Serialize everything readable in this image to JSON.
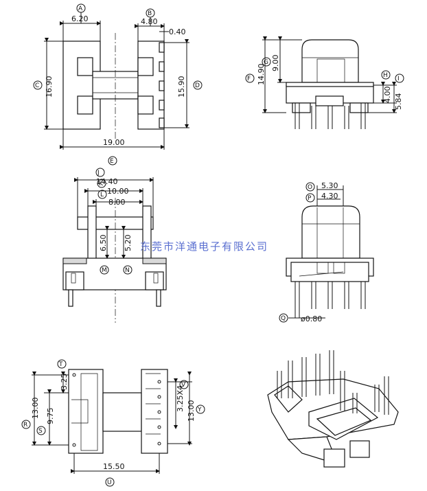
{
  "watermark": "东莞市洋通电子有限公司",
  "top_left_view": {
    "dims": {
      "d_6_20": "6.20",
      "d_4_80": "4.80",
      "d_0_40": "0.40",
      "d_16_90": "16.90",
      "d_15_90": "15.90",
      "d_19_00": "19.00"
    },
    "labels": {
      "A": "A",
      "B": "B",
      "C": "C",
      "D": "D",
      "E": "E"
    }
  },
  "top_right_view": {
    "dims": {
      "d_14_90": "14.90",
      "d_9_00": "9.00",
      "d_4_00": "4.00",
      "d_5_84": "5.84"
    },
    "labels": {
      "F": "F",
      "G": "G",
      "H": "H",
      "I": "I"
    }
  },
  "middle_left_view": {
    "dims": {
      "d_14_40": "14.40",
      "d_10_00": "10.00",
      "d_8_00": "8.00",
      "d_6_50": "6.50",
      "d_5_20": "5.20"
    },
    "labels": {
      "J": "J",
      "K": "K",
      "L": "L",
      "M": "M",
      "N": "N"
    }
  },
  "middle_right_view": {
    "dims": {
      "d_5_30": "5.30",
      "d_4_30": "4.30",
      "d_pin": "ø0.80"
    },
    "labels": {
      "O": "O",
      "P": "P",
      "Q": "Q"
    }
  },
  "bottom_left_view": {
    "dims": {
      "d_3_25": "3.25",
      "d_13_00_l": "13.00",
      "d_9_75": "9.75",
      "d_3_25x4": "3.25X4",
      "d_13_00_r": "13.00",
      "d_15_50": "15.50"
    },
    "labels": {
      "R": "R",
      "S": "S",
      "T": "T",
      "U": "U",
      "V": "V",
      "Y": "Y"
    }
  }
}
